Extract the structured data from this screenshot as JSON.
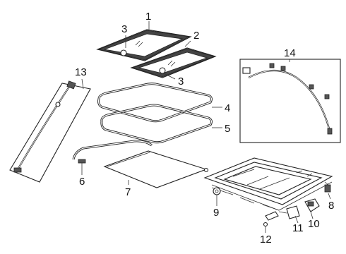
{
  "callouts": [
    "1",
    "2",
    "3",
    "3",
    "4",
    "5",
    "6",
    "7",
    "8",
    "9",
    "10",
    "11",
    "12",
    "13",
    "14"
  ]
}
